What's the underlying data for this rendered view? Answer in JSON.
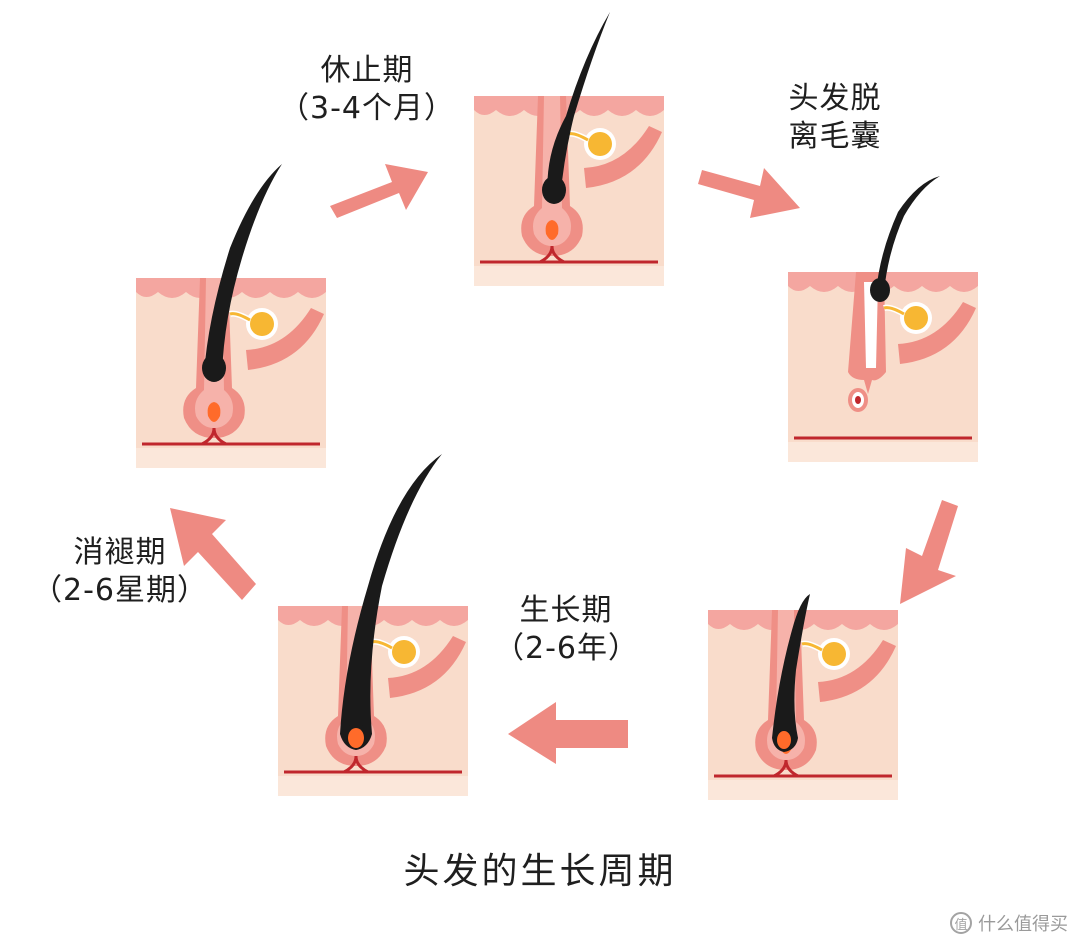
{
  "stages": {
    "telogen": {
      "name": "休止期",
      "duration": "（3-4个月）"
    },
    "shedding": {
      "line1": "头发脱",
      "line2": "离毛囊"
    },
    "catagen": {
      "name": "消褪期",
      "duration": "（2-6星期）"
    },
    "anagen": {
      "name": "生长期",
      "duration": "（2-6年）"
    }
  },
  "caption": "头发的生长周期",
  "watermark": {
    "text": "什么值得买",
    "icon": "值"
  },
  "colors": {
    "skin": "#f9dccb",
    "epidermis": "#f4a6a0",
    "follicle": "#ef8f86",
    "bloodline": "#c0272d",
    "hair": "#1a1a1a",
    "gland": "#f7b733",
    "arrow": "#ee8a82"
  }
}
